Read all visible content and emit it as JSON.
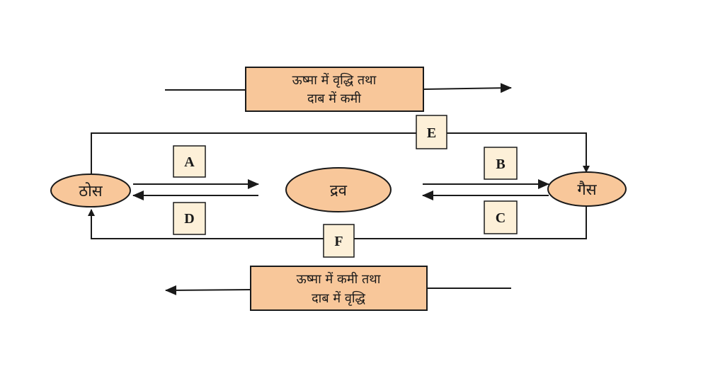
{
  "colors": {
    "box_fill": "#f8c79a",
    "letter_box_fill": "#fdf0d8",
    "stroke": "#1a1a1a"
  },
  "states": {
    "solid": "ठोस",
    "liquid": "द्रव",
    "gas": "गैस"
  },
  "top_banner": {
    "line1": "ऊष्मा में वृद्धि तथा",
    "line2": "दाब में कमी"
  },
  "bottom_banner": {
    "line1": "ऊष्मा में कमी तथा",
    "line2": "दाब में वृद्धि"
  },
  "labels": {
    "a": "A",
    "b": "B",
    "c": "C",
    "d": "D",
    "e": "E",
    "f": "F"
  }
}
